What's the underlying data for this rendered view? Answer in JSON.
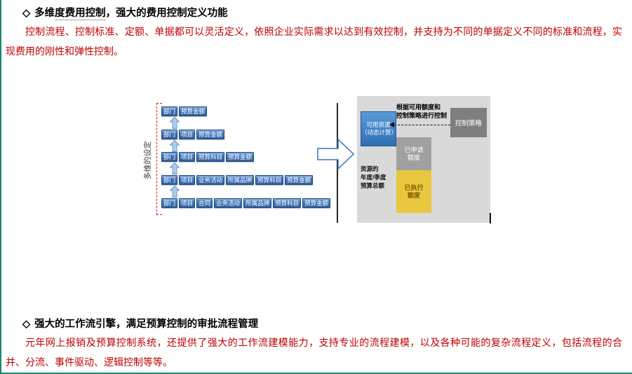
{
  "colors": {
    "accent_border": "#158A68",
    "body_text_red": "#C00000",
    "dimension_box_blue": "#2F5F9F",
    "available_box_blue": "#2F6EB5",
    "strategy_box_gray": "#7F7F7F",
    "applied_box_gray": "#A0A0A0",
    "executed_box_yellow": "#E8C63E",
    "bracket_red": "#FF0000"
  },
  "section1": {
    "bullet": "◇",
    "heading_part1": "多维",
    "heading_underlined": "度费用控制",
    "heading_part2": "，强大的费用控制定义功能",
    "paragraph": "控制流程、控制标准、定额、单据都可以灵活定义，依照企业实际需求以达到有效控制，并支持为不同的单据定义不同的标准和流程，实现费用的刚性和弹性控制。"
  },
  "diagram": {
    "left": {
      "vertical_label": "多维的设定",
      "rows": [
        [
          "部门",
          "预算金额"
        ],
        [
          "部门",
          "项目",
          "预算金额"
        ],
        [
          "部门",
          "项目",
          "预算科目",
          "预算金额"
        ],
        [
          "部门",
          "项目",
          "业务活动",
          "所属品牌",
          "预算科目",
          "预算金额"
        ],
        [
          "部门",
          "项目",
          "合同",
          "业务活动",
          "所属品牌",
          "预算科目",
          "预算金额"
        ]
      ]
    },
    "right": {
      "available_line1": "可用资源",
      "available_line2": "（动态计算）",
      "note_line1": "根据可用额度和",
      "note_line2": "控制策略进行控制",
      "strategy": "控制策略",
      "applied_line1": "已申请",
      "applied_line2": "额度",
      "executed_line1": "已执行",
      "executed_line2": "额度",
      "resource_line1": "资源的",
      "resource_line2": "年度/季度",
      "resource_line3": "预算总额"
    }
  },
  "section2": {
    "bullet": "◇",
    "heading": "强大的工作流引擎，满足预算控制的审批流程管理",
    "paragraph": "元年网上报销及预算控制系统，还提供了强大的工作流建模能力，支持专业的流程建模，以及各种可能的复杂流程定义，包括流程的合并、分流、事件驱动、逻辑控制等等。"
  }
}
